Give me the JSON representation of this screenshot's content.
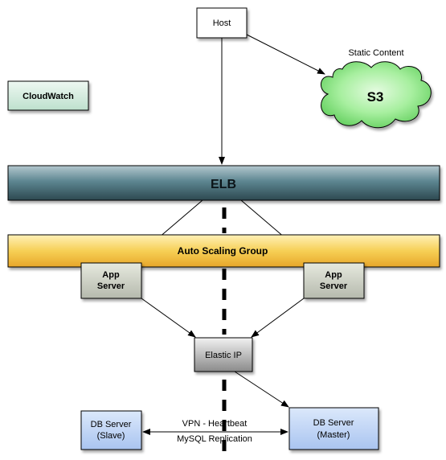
{
  "host": {
    "label": "Host"
  },
  "s3": {
    "label": "S3",
    "caption": "Static Content"
  },
  "cloudwatch": {
    "label": "CloudWatch"
  },
  "elb": {
    "label": "ELB"
  },
  "auto_scaling_group": {
    "label": "Auto Scaling Group"
  },
  "app_server_left": {
    "line1": "App",
    "line2": "Server"
  },
  "app_server_right": {
    "line1": "App",
    "line2": "Server"
  },
  "elastic_ip": {
    "label": "Elastic IP"
  },
  "db_slave": {
    "line1": "DB Server",
    "line2": "(Slave)"
  },
  "db_master": {
    "line1": "DB Server",
    "line2": "(Master)"
  },
  "replication": {
    "line1": "VPN - Heartbeat",
    "line2": "MySQL Replication"
  },
  "colors": {
    "cloudwatch_fill": "#cfe8dc",
    "s3_fill": "#8ee58a",
    "elb_fill": "#4f7680",
    "auto_scaling_fill": "#f2c040",
    "app_server_fill": "#c8ccc0",
    "elastic_ip_fill": "#a8a8a8",
    "db_fill": "#bcd3f5"
  }
}
